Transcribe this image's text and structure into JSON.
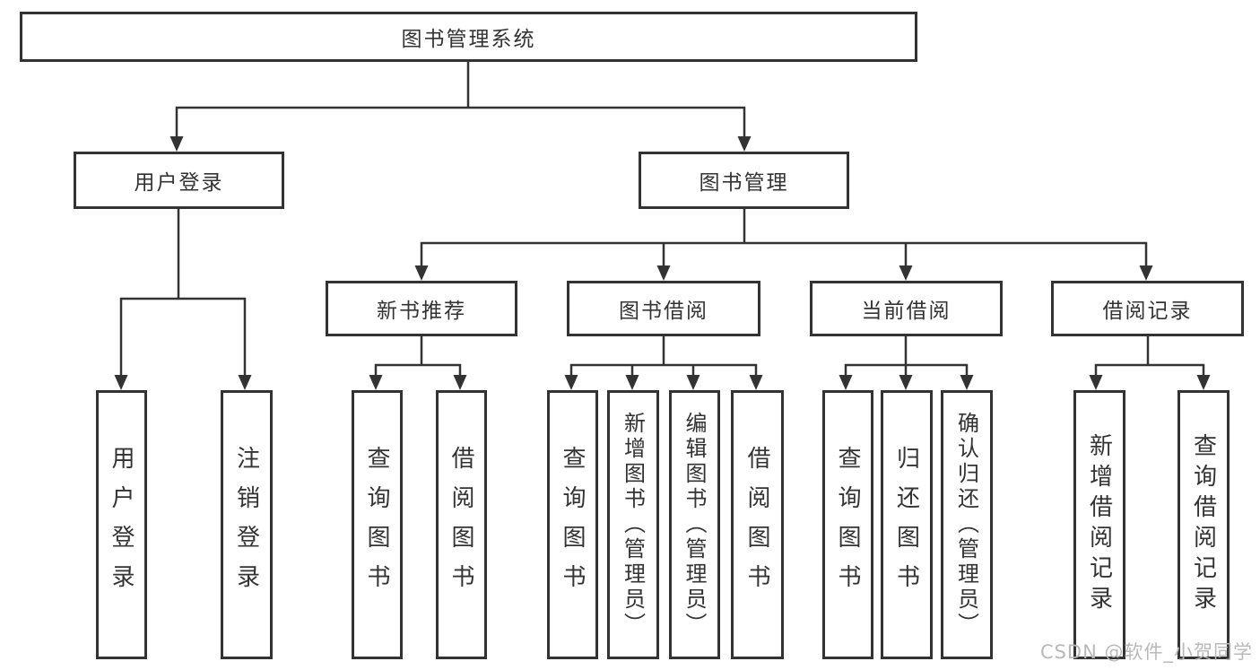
{
  "tree": {
    "root": {
      "label": "图书管理系统",
      "children": [
        {
          "label": "用户登录",
          "children": [
            {
              "label": "用户登录"
            },
            {
              "label": "注销登录"
            }
          ]
        },
        {
          "label": "图书管理",
          "children": [
            {
              "label": "新书推荐",
              "children": [
                {
                  "label": "查询图书"
                },
                {
                  "label": "借阅图书"
                }
              ]
            },
            {
              "label": "图书借阅",
              "children": [
                {
                  "label": "查询图书"
                },
                {
                  "label": "新增图书（管理员）"
                },
                {
                  "label": "编辑图书（管理员）"
                },
                {
                  "label": "借阅图书"
                }
              ]
            },
            {
              "label": "当前借阅",
              "children": [
                {
                  "label": "查询图书"
                },
                {
                  "label": "归还图书"
                },
                {
                  "label": "确认归还（管理员）"
                }
              ]
            },
            {
              "label": "借阅记录",
              "children": [
                {
                  "label": "新增借阅记录"
                },
                {
                  "label": "查询借阅记录"
                }
              ]
            }
          ]
        }
      ]
    }
  },
  "watermark": {
    "text": "CSDN @软件_小贺同学"
  },
  "colors": {
    "line": "#333333",
    "text": "#333333",
    "watermark": "#b9b9b9",
    "background": "#ffffff"
  }
}
